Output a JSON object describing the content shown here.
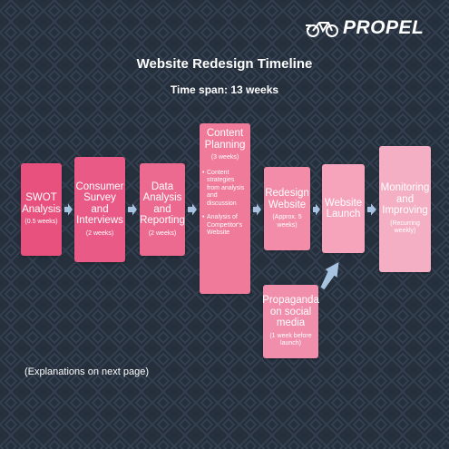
{
  "logo": {
    "text": "PROPEL",
    "icon": "bicycle-icon"
  },
  "header": {
    "title": "Website Redesign Timeline",
    "subtitle": "Time span: 13 weeks"
  },
  "steps": [
    {
      "title": "SWOT Analysis",
      "duration": "(0.5 weeks)"
    },
    {
      "title": "Consumer Survey and Interviews",
      "duration": "(2 weeks)"
    },
    {
      "title": "Data Analysis and Reporting",
      "duration": "(2 weeks)"
    },
    {
      "title": "Content Planning",
      "duration": "(3 weeks)",
      "bullets": [
        "Content strategies from analysis and discussion",
        "Analysis of Competitor's Website"
      ]
    },
    {
      "title": "Redesign Website",
      "duration": "(Approx. 5 weeks)"
    },
    {
      "title": "Website Launch",
      "duration": ""
    },
    {
      "title": "Monitoring and Improving",
      "duration": "(Recurring weekly)"
    }
  ],
  "side_step": {
    "title": "Propaganda on social media",
    "duration": "(1 week before launch)"
  },
  "footer_note": "(Explanations on next page)",
  "colors": {
    "background": "#26303d",
    "arrow": "#a7c3e0",
    "swot": "#e8517e",
    "survey": "#e95a86",
    "data": "#ec6a90",
    "content": "#f07a9a",
    "redesign": "#f28ca9",
    "launch": "#f5a4bc",
    "monitor": "#f5afc4",
    "propaganda": "#f08eab"
  }
}
